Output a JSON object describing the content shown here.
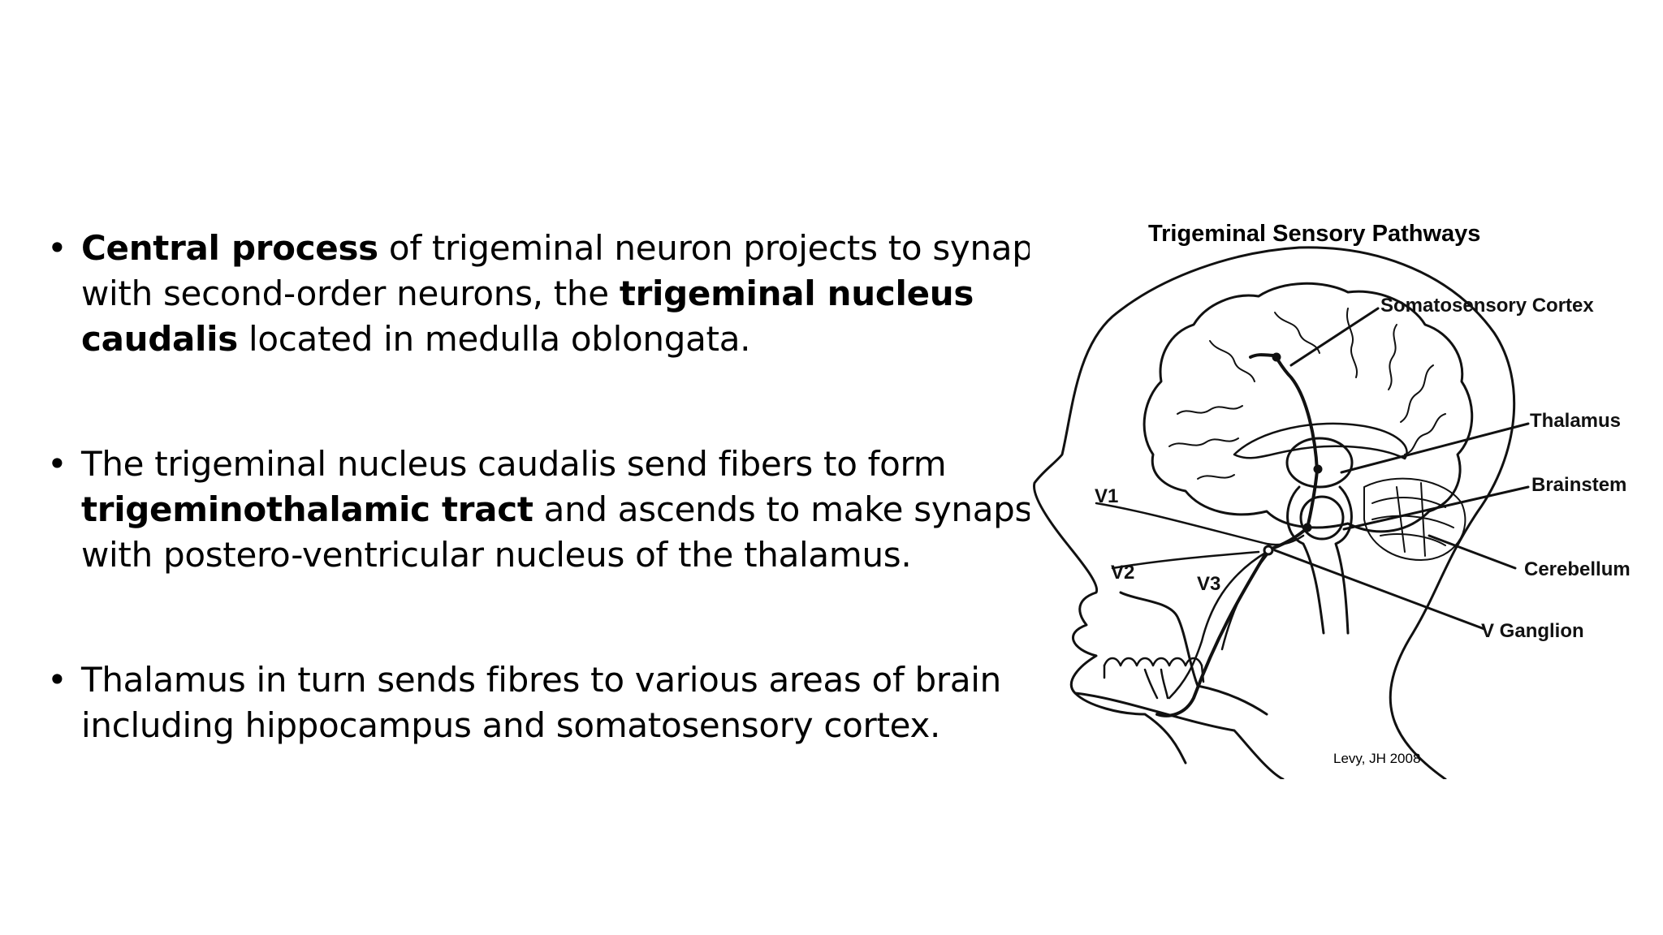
{
  "bullets": [
    {
      "lines": [
        [
          {
            "text": "Central process",
            "bold": true
          },
          {
            "text": " of trigeminal neuron projects to synapse",
            "bold": false
          }
        ],
        [
          {
            "text": "with second-order neurons, the ",
            "bold": false
          },
          {
            "text": "trigeminal nucleus",
            "bold": true
          }
        ],
        [
          {
            "text": "caudalis",
            "bold": true
          },
          {
            "text": " located in medulla oblongata.",
            "bold": false
          }
        ]
      ]
    },
    {
      "lines": [
        [
          {
            "text": "The trigeminal nucleus caudalis send fibers to form",
            "bold": false
          }
        ],
        [
          {
            "text": "trigeminothalamic tract",
            "bold": true
          },
          {
            "text": " and ascends to make synapse",
            "bold": false
          }
        ],
        [
          {
            "text": "with postero-ventricular nucleus of the thalamus.",
            "bold": false
          }
        ]
      ]
    },
    {
      "lines": [
        [
          {
            "text": "Thalamus in turn sends fibres to various areas of brain",
            "bold": false
          }
        ],
        [
          {
            "text": "including hippocampus and somatosensory cortex.",
            "bold": false
          }
        ]
      ]
    }
  ],
  "bullet_symbol": "•",
  "diagram": {
    "title": "Trigeminal Sensory Pathways",
    "labels": {
      "somatosensory_cortex": "Somatosensory Cortex",
      "thalamus": "Thalamus",
      "brainstem": "Brainstem",
      "cerebellum": "Cerebellum",
      "v_ganglion": "V Ganglion",
      "v1": "V1",
      "v2": "V2",
      "v3": "V3"
    },
    "credit": "Levy, JH 2008"
  }
}
